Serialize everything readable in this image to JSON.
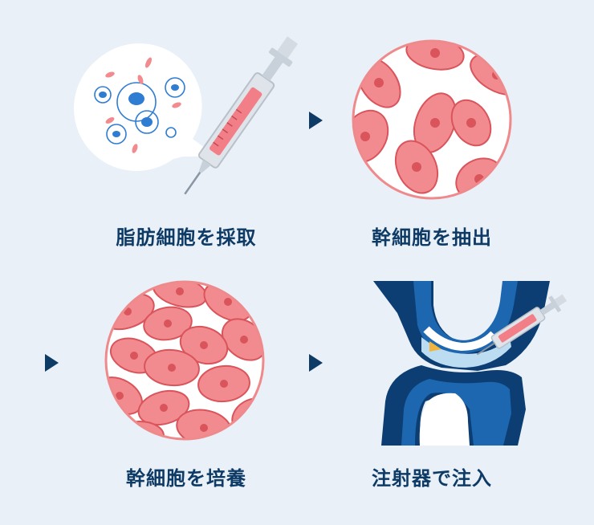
{
  "steps": [
    {
      "label": "脂肪細胞を採取",
      "icon": "syringe-fat-cells-icon"
    },
    {
      "label": "幹細胞を抽出",
      "icon": "stem-cells-circle-icon"
    },
    {
      "label": "幹細胞を培養",
      "icon": "cultured-cells-circle-icon"
    },
    {
      "label": "注射器で注入",
      "icon": "knee-injection-icon"
    }
  ],
  "colors": {
    "background": "#e9f0f7",
    "text": "#0e3a66",
    "cell_fill": "#f28b8f",
    "cell_nucleus": "#d9545b",
    "circle_border": "#ef8a8c",
    "bone_dark": "#0c3e73",
    "bone_mid": "#1c67b0"
  }
}
